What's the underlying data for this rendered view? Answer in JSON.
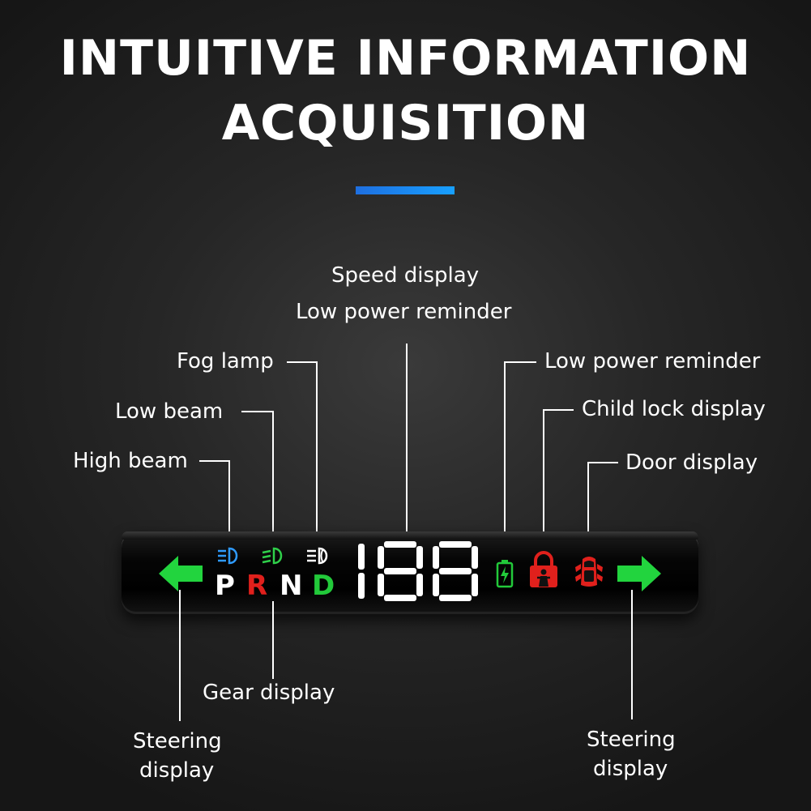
{
  "title": {
    "line1": "INTUITIVE INFORMATION",
    "line2": "ACQUISITION"
  },
  "labels": {
    "speed_display": "Speed display",
    "speed_low_power": "Low power reminder",
    "fog_lamp": "Fog lamp",
    "low_beam": "Low beam",
    "high_beam": "High beam",
    "low_power_reminder": "Low power reminder",
    "child_lock_display": "Child lock display",
    "door_display": "Door display",
    "gear_display": "Gear display",
    "steering_left_line1": "Steering",
    "steering_left_line2": "display",
    "steering_right_line1": "Steering",
    "steering_right_line2": "display"
  },
  "device": {
    "gears": [
      "P",
      "R",
      "N",
      "D"
    ],
    "speed": "188",
    "icons": {
      "left_arrow": "left-arrow-icon",
      "right_arrow": "right-arrow-icon",
      "high_beam": "high-beam-icon",
      "low_beam": "low-beam-icon",
      "fog_lamp": "fog-lamp-icon",
      "battery": "battery-icon",
      "child_lock": "child-lock-icon",
      "door": "door-icon"
    }
  },
  "colors": {
    "accent_blue": "#1e8fff",
    "green": "#22c93a",
    "red": "#e0201c",
    "high_beam_blue": "#2f9bff",
    "white": "#ffffff"
  }
}
